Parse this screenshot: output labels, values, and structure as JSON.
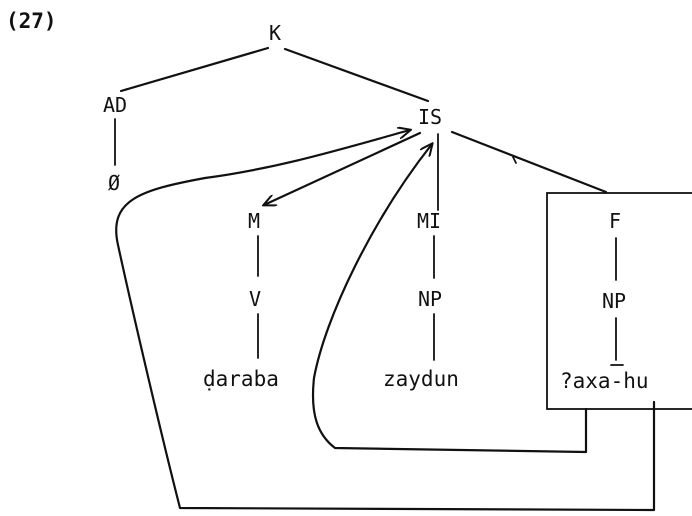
{
  "example_number": "(27)",
  "nodes": {
    "root": "K",
    "ad": "AD",
    "ad_child": "Ø",
    "is": "IS",
    "m": "M",
    "v": "V",
    "mi": "MI",
    "np_middle": "NP",
    "f": "F",
    "np_right": "NP"
  },
  "words": {
    "verb": "ḍaraba",
    "subject": "zaydun",
    "object": "?axa-hu"
  }
}
